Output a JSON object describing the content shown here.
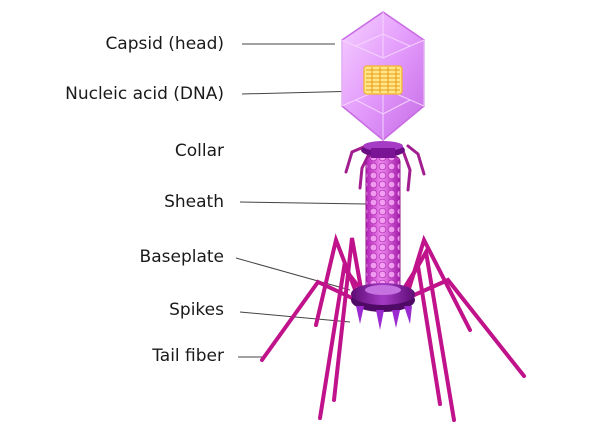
{
  "labels": {
    "capsid": "Capsid (head)",
    "nucleic_acid": "Nucleic acid (DNA)",
    "collar": "Collar",
    "sheath": "Sheath",
    "baseplate": "Baseplate",
    "spikes": "Spikes",
    "tail_fiber": "Tail fiber"
  },
  "colors": {
    "capsid": "#e9a3ff",
    "dna": "#ffd24a",
    "collar": "#7e0f96",
    "sheath": "#d640d8",
    "baseplate": "#8a1aa6",
    "fiber": "#c0128a",
    "leader": "#333333"
  }
}
